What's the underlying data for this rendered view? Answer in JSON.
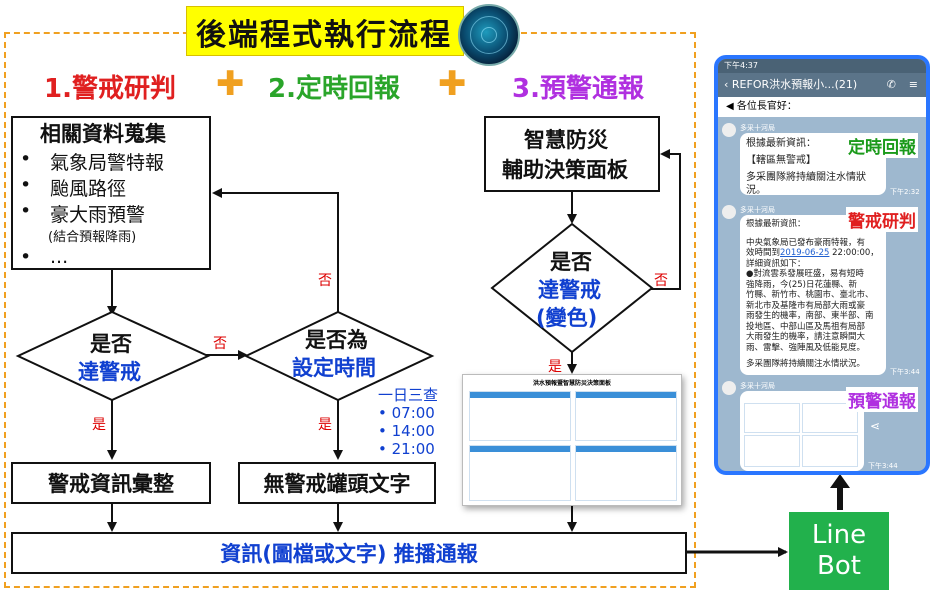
{
  "title": "後端程式執行流程",
  "sections": [
    {
      "label": "1.警戒研判",
      "color": "#e02020"
    },
    {
      "label": "2.定時回報",
      "color": "#2aa52a"
    },
    {
      "label": "3.預警通報",
      "color": "#b030e0"
    }
  ],
  "plus": "✚",
  "collect": {
    "title": "相關資料蒐集",
    "items": [
      "氣象局警特報",
      "颱風路徑",
      "豪大雨預警",
      "..."
    ],
    "note": "(結合預報降雨)",
    "bullet": "•"
  },
  "decision_alert": {
    "line1": "是否",
    "line2": "達警戒"
  },
  "decision_time": {
    "line1": "是否為",
    "line2": "設定時間"
  },
  "decision_change": {
    "line1": "是否",
    "line2": "達警戒",
    "line3": "(變色)"
  },
  "dashboard_box": {
    "line1": "智慧防災",
    "line2": "輔助決策面板"
  },
  "labels": {
    "yes": "是",
    "no": "否"
  },
  "schedule": {
    "title": "一日三查",
    "times": [
      "07:00",
      "14:00",
      "21:00"
    ]
  },
  "alert_summary": "警戒資訊彙整",
  "no_alert_text": "無警戒罐頭文字",
  "push_notify": "資訊(圖檔或文字)  推播通報",
  "line_bot": {
    "line1": "Line",
    "line2": "Bot"
  },
  "dashboard_thumb": {
    "title": "洪水預報暨智慧防災決策面板"
  },
  "phone": {
    "status_time": "下午4:37",
    "chat_title": "REFOR洪水預報小...(21)",
    "announcement": "各位長官好：",
    "sender": "多采十河局",
    "tags": {
      "report": "定時回報",
      "judge": "警戒研判",
      "warn": "預警通報"
    },
    "msg1": [
      "根據最新資訊：",
      "",
      "【轄區無警戒】",
      "",
      "多采團隊將持續關注水情狀況。"
    ],
    "msg1_time": "下午2:32",
    "msg2_head": "根據最新資訊：",
    "msg2_lines": [
      "中央氣象局已發布豪雨特報，有",
      "效時間到",
      "2019-06-25",
      " 22:00:00，",
      "詳細資訊如下：",
      "●對流雲系發展旺盛，易有短時",
      "強降雨，今(25)日花蓮縣、新",
      "竹縣、新竹市、桃園市、臺北市、",
      "新北市及基隆市有局部大雨或豪",
      "雨發生的機率，南部、東半部、南",
      "投地區、中部山區及馬祖有局部",
      "大雨發生的機率，請注意瞬間大",
      "雨、雷擊、強陣風及低能見度。",
      "",
      "多采團隊將持續關注水情狀況。"
    ],
    "msg2_time": "下午3:44",
    "msg3_time": "下午3:44"
  }
}
